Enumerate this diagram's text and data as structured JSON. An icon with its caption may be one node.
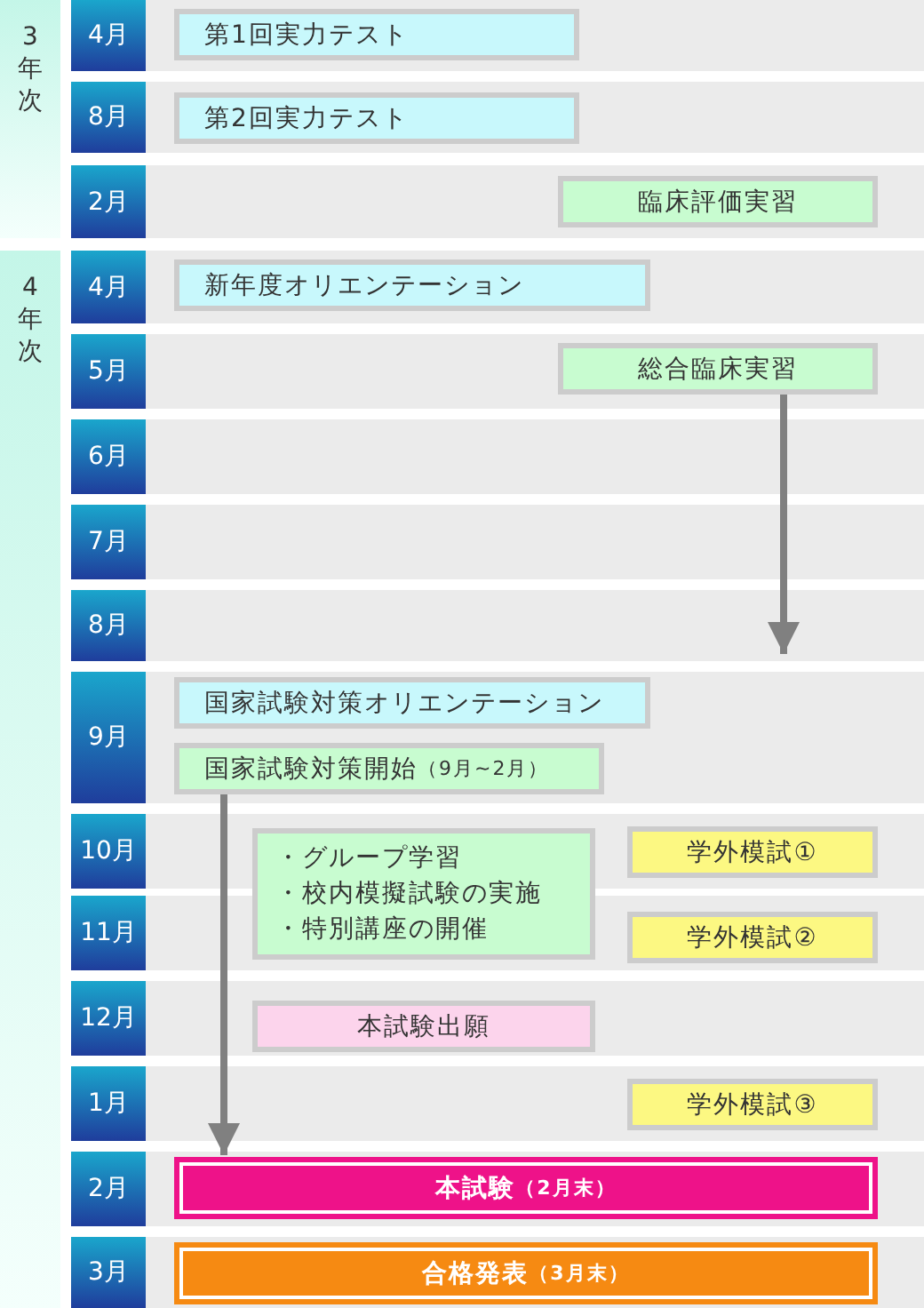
{
  "diagram": {
    "nodes": [
      {
        "text": [
          "3年次"
        ]
      },
      {
        "text": [
          "4月"
        ]
      },
      {
        "text": [
          "第1回実力テスト"
        ]
      },
      {
        "text": [
          "8月"
        ]
      },
      {
        "text": [
          "第2回実力テスト"
        ]
      },
      {
        "text": [
          "2月"
        ]
      },
      {
        "text": [
          "臨床評価実習"
        ]
      },
      {
        "text": [
          "4年次"
        ]
      },
      {
        "text": [
          "4月"
        ]
      },
      {
        "text": [
          "新年度オリエンテーション"
        ]
      },
      {
        "text": [
          "5月"
        ]
      },
      {
        "text": [
          "総合臨床実習"
        ]
      },
      {
        "text": [
          "6月"
        ]
      },
      {
        "text": [
          "7月"
        ]
      },
      {
        "text": [
          "8月"
        ]
      },
      {
        "text": [
          "9月"
        ]
      },
      {
        "text": [
          "国家試験対策オリエンテーション"
        ]
      },
      {
        "text": [
          "国家試験対策開始",
          "（9月~2月）"
        ]
      },
      {
        "text": [
          "10月"
        ]
      },
      {
        "text": [
          "・グループ学習",
          "・校内模擬試験の実施",
          "・特別講座の開催"
        ]
      },
      {
        "text": [
          "学外模試①"
        ]
      },
      {
        "text": [
          "11月"
        ]
      },
      {
        "text": [
          "学外模試②"
        ]
      },
      {
        "text": [
          "12月"
        ]
      },
      {
        "text": [
          "本試験出願"
        ]
      },
      {
        "text": [
          "1月"
        ]
      },
      {
        "text": [
          "学外模試③"
        ]
      },
      {
        "text": [
          "2月"
        ]
      },
      {
        "text": [
          "本試験",
          "（2月末）"
        ]
      },
      {
        "text": [
          "3月"
        ]
      },
      {
        "text": [
          "合格発表",
          "（3月末）"
        ]
      }
    ],
    "edges": [
      {
        "from": 11,
        "to": null,
        "arrow": "to"
      },
      {
        "from": 17,
        "to": 28,
        "arrow": "to"
      }
    ]
  }
}
